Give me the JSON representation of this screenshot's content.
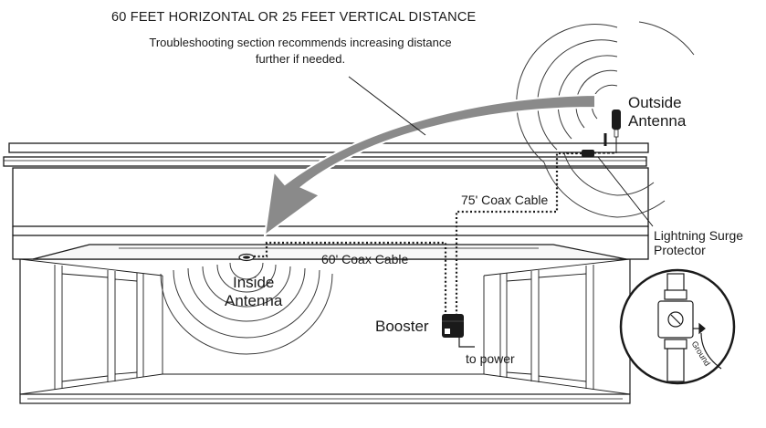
{
  "heading": "60  FEET HORIZONTAL OR 25 FEET VERTICAL DISTANCE",
  "note_lines": [
    "Troubleshooting section recommends increasing distance",
    "further if needed."
  ],
  "outside_antenna_lines": [
    "Outside",
    "Antenna"
  ],
  "inside_antenna_lines": [
    "Inside",
    "Antenna"
  ],
  "lightning_lines": [
    "Lightning Surge",
    "Protector"
  ],
  "coax_75": "75' Coax Cable",
  "coax_60": "60' Coax Cable",
  "booster": "Booster",
  "to_power": "to power",
  "ground": "Ground",
  "colors": {
    "line": "#1a1a1a",
    "arrow": "#8a8a8a",
    "arrow_edge": "#ffffff",
    "wall_fill": "#f4f4f4"
  }
}
